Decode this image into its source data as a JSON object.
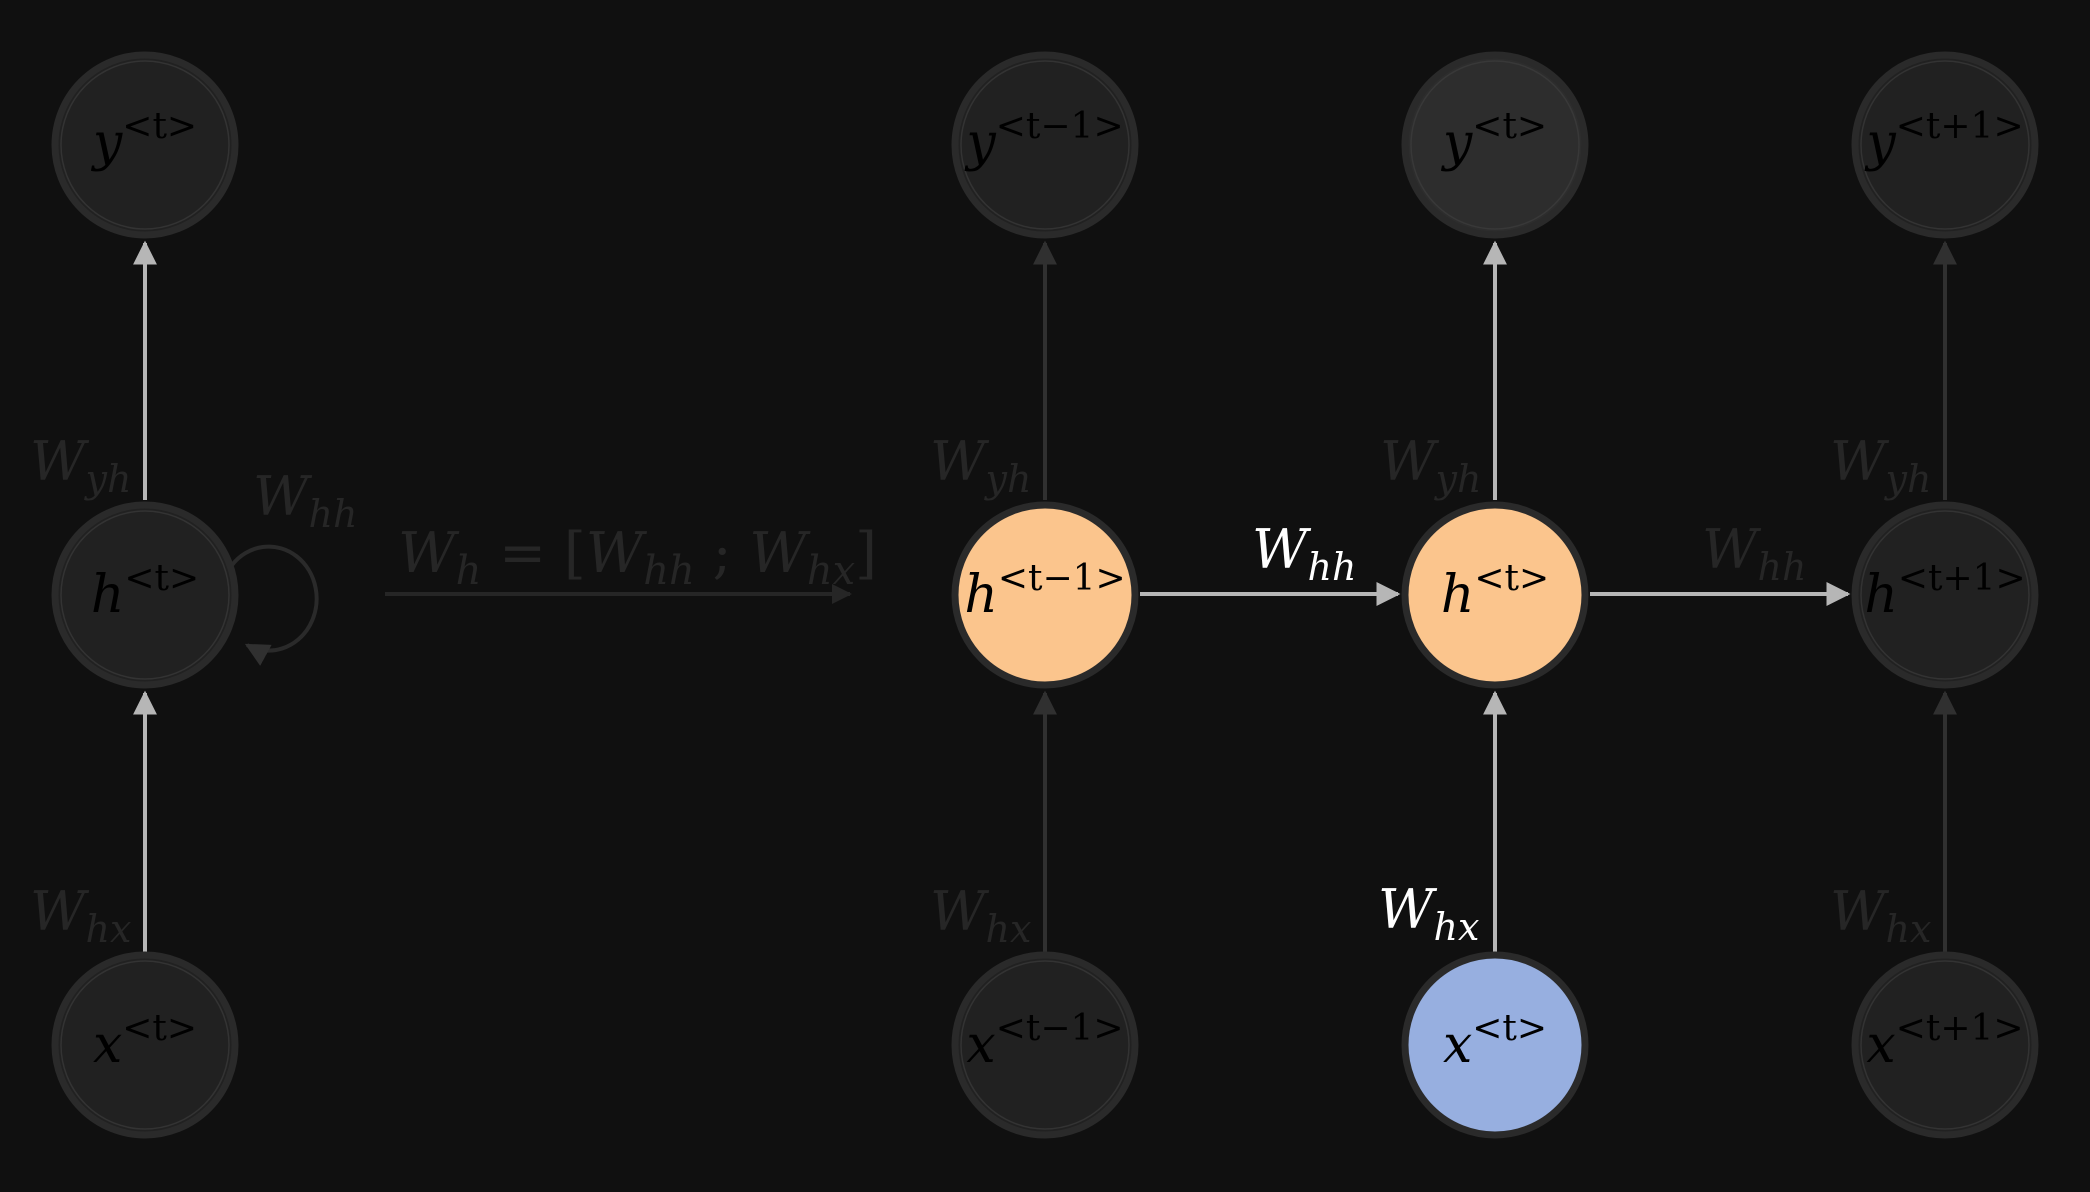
{
  "folded": {
    "output": {
      "base": "y",
      "sup": "<t>"
    },
    "hidden": {
      "base": "h",
      "sup": "<t>"
    },
    "input": {
      "base": "x",
      "sup": "<t>"
    },
    "w_yh": {
      "base": "W",
      "sub": "yh"
    },
    "w_hh": {
      "base": "W",
      "sub": "hh"
    },
    "w_hx": {
      "base": "W",
      "sub": "hx"
    }
  },
  "equation": {
    "lhs": "W",
    "lhs_sub": "h",
    "eq": " = [",
    "a": "W",
    "a_sub": "hh",
    "sep": " ; ",
    "b": "W",
    "b_sub": "hx",
    "close": "]"
  },
  "unrolled": [
    {
      "output": {
        "base": "y",
        "sup": "<t−1>"
      },
      "hidden": {
        "base": "h",
        "sup": "<t−1>"
      },
      "input": {
        "base": "x",
        "sup": "<t−1>"
      },
      "w_yh": {
        "base": "W",
        "sub": "yh"
      },
      "w_hx": {
        "base": "W",
        "sub": "hx"
      },
      "w_hh_next": {
        "base": "W",
        "sub": "hh"
      }
    },
    {
      "output": {
        "base": "y",
        "sup": "<t>"
      },
      "hidden": {
        "base": "h",
        "sup": "<t>"
      },
      "input": {
        "base": "x",
        "sup": "<t>"
      },
      "w_yh": {
        "base": "W",
        "sub": "yh"
      },
      "w_hx": {
        "base": "W",
        "sub": "hx"
      },
      "w_hh_next": {
        "base": "W",
        "sub": "hh"
      }
    },
    {
      "output": {
        "base": "y",
        "sup": "<t+1>"
      },
      "hidden": {
        "base": "h",
        "sup": "<t+1>"
      },
      "input": {
        "base": "x",
        "sup": "<t+1>"
      },
      "w_yh": {
        "base": "W",
        "sub": "yh"
      },
      "w_hx": {
        "base": "W",
        "sub": "hx"
      }
    }
  ],
  "colors": {
    "background": "#101010",
    "node_fill": "#212121",
    "node_fill_alt": "#2d2d2d",
    "node_border": "#2a2a2a",
    "hidden_active": "#fbc58d",
    "input_active": "#97afe0",
    "arrow_active": "#b6b6b6",
    "arrow_dim": "#303030",
    "label_dim": "#262626",
    "label_active": "#ffffff"
  }
}
